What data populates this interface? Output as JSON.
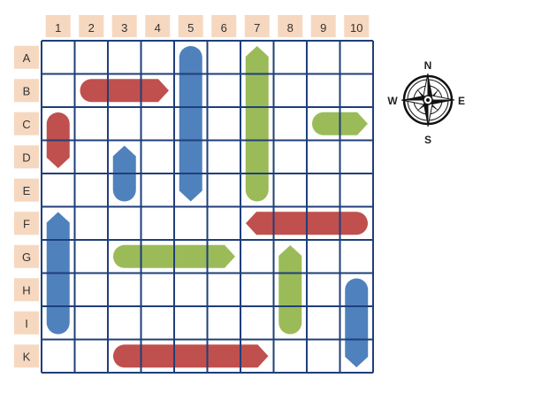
{
  "columns": [
    "1",
    "2",
    "3",
    "4",
    "5",
    "6",
    "7",
    "8",
    "9",
    "10"
  ],
  "rows": [
    "A",
    "B",
    "C",
    "D",
    "E",
    "F",
    "G",
    "H",
    "I",
    "K"
  ],
  "colors": {
    "grid_line": "#1f3f7a",
    "header_bg": "#f6d8c0",
    "red": "#c0504d",
    "blue": "#4f81bd",
    "green": "#9bbb59"
  },
  "compass": {
    "north": "N",
    "south": "S",
    "east": "E",
    "west": "W"
  },
  "ships": [
    {
      "id": "ship-red-b2-b4",
      "color": "red",
      "orientation": "horizontal",
      "line": "B",
      "from": "2",
      "to": "4",
      "point": "east"
    },
    {
      "id": "ship-red-c1-d1",
      "color": "red",
      "orientation": "vertical",
      "line": "1",
      "from": "C",
      "to": "D",
      "point": "south"
    },
    {
      "id": "ship-blue-a5-e5",
      "color": "blue",
      "orientation": "vertical",
      "line": "5",
      "from": "A",
      "to": "E",
      "point": "south"
    },
    {
      "id": "ship-green-a7-e7",
      "color": "green",
      "orientation": "vertical",
      "line": "7",
      "from": "A",
      "to": "E",
      "point": "north"
    },
    {
      "id": "ship-green-c9-c10",
      "color": "green",
      "orientation": "horizontal",
      "line": "C",
      "from": "9",
      "to": "10",
      "point": "east"
    },
    {
      "id": "ship-blue-d3-e3",
      "color": "blue",
      "orientation": "vertical",
      "line": "3",
      "from": "D",
      "to": "E",
      "point": "north"
    },
    {
      "id": "ship-red-f7-f10",
      "color": "red",
      "orientation": "horizontal",
      "line": "F",
      "from": "7",
      "to": "10",
      "point": "west"
    },
    {
      "id": "ship-blue-f1-i1",
      "color": "blue",
      "orientation": "vertical",
      "line": "1",
      "from": "F",
      "to": "I",
      "point": "north"
    },
    {
      "id": "ship-green-g3-g6",
      "color": "green",
      "orientation": "horizontal",
      "line": "G",
      "from": "3",
      "to": "6",
      "point": "east"
    },
    {
      "id": "ship-green-g8-i8",
      "color": "green",
      "orientation": "vertical",
      "line": "8",
      "from": "G",
      "to": "I",
      "point": "north"
    },
    {
      "id": "ship-blue-h10-k10",
      "color": "blue",
      "orientation": "vertical",
      "line": "10",
      "from": "H",
      "to": "K",
      "point": "south"
    },
    {
      "id": "ship-red-k3-k7",
      "color": "red",
      "orientation": "horizontal",
      "line": "K",
      "from": "3",
      "to": "7",
      "point": "east"
    }
  ]
}
